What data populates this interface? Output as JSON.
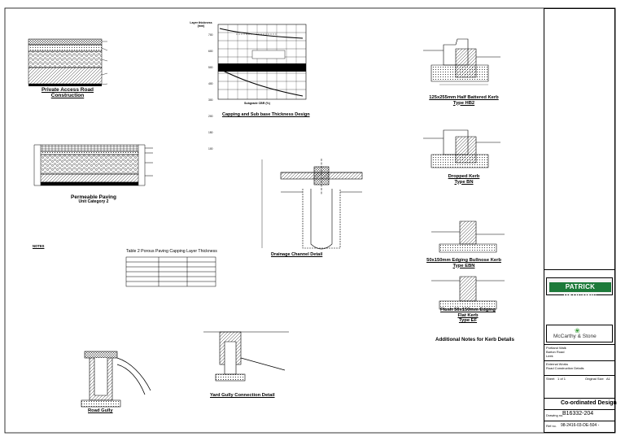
{
  "titles": {
    "private_road": [
      "Private Access Road",
      "Construction"
    ],
    "capping": "Capping and Sub base Thickness Design",
    "hb2": [
      "125x255mm Half Battered Kerb",
      "Type HB2"
    ],
    "dropped": [
      "Dropped Kerb",
      "Type BN"
    ],
    "permeable": [
      "Permeable Paving",
      "Unit Category 2"
    ],
    "drainage": "Drainage Channel Detail",
    "ebn": [
      "50x150mm Edging Bullnose Kerb",
      "Type EBN"
    ],
    "ef": [
      "Flush 50x150mm Edging",
      "Flat Kerb",
      "Type EF"
    ],
    "table2": "Table 2 Porous Paving Capping Layer Thickness",
    "notes_heading": "NOTES",
    "additional_notes": "Additional Notes for Kerb Details",
    "yard_gully": "Yard Gully Connection Detail",
    "road_gully": "Road Gully"
  },
  "chart_labels": {
    "ylabel": "Layer thickness (mm)",
    "xlabel": "Subgrade CBR (%)",
    "yticks": [
      "700",
      "600",
      "500",
      "400",
      "300",
      "200",
      "150",
      "100"
    ]
  },
  "title_block": {
    "company": "PATRICK PARSONS",
    "client": "McCarthy & Stone",
    "project": "Portland Walk\nBarton Road\nLeek",
    "drawing_title": "External Works\nRoad Construction Details",
    "status": "Co-ordinated Design",
    "drawing_no_label": "Drawing no.",
    "drawing_no": "B16332-204",
    "ref_label": "Ref no.",
    "ref_no": "98-2416-03-DE-504 -",
    "sheet_label": "Sheet",
    "sheet_value": "1 of 1",
    "original_size_label": "Original Size",
    "original_size": "A1"
  }
}
